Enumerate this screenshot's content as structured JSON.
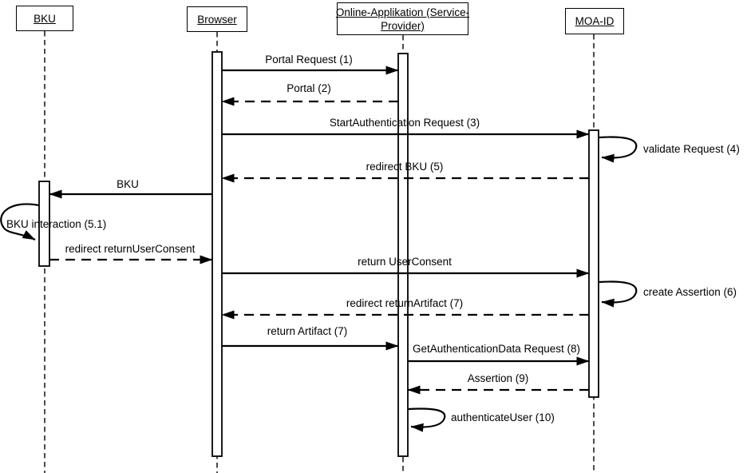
{
  "diagram": {
    "type": "uml-sequence-diagram",
    "background": "#ffffff",
    "line_color": "#000000",
    "actors": [
      {
        "id": "bku",
        "label": "BKU"
      },
      {
        "id": "browser",
        "label": "Browser"
      },
      {
        "id": "service-provider",
        "label": "Online-Applikation (Service-Provider)",
        "line1": "Online-Applikation (Service-",
        "line2": "Provider)"
      },
      {
        "id": "moa-id",
        "label": "MOA-ID"
      }
    ],
    "messages": [
      {
        "n": 1,
        "label": "Portal Request (1)",
        "from": "Browser",
        "to": "Online-Applikation (Service-Provider)",
        "line": "solid"
      },
      {
        "n": 2,
        "label": "Portal (2)",
        "from": "Online-Applikation (Service-Provider)",
        "to": "Browser",
        "line": "dashed"
      },
      {
        "n": 3,
        "label": "StartAuthentication Request (3)",
        "from": "Browser",
        "to": "MOA-ID",
        "line": "solid"
      },
      {
        "n": 4,
        "label": "validate Request (4)",
        "from": "MOA-ID",
        "to": "MOA-ID",
        "line": "self"
      },
      {
        "n": 5,
        "label": "redirect BKU (5)",
        "from": "MOA-ID",
        "to": "Browser",
        "line": "dashed"
      },
      {
        "n": 6,
        "label": "BKU",
        "from": "Browser",
        "to": "BKU",
        "line": "solid"
      },
      {
        "n": 7,
        "label": "BKU interaction (5.1)",
        "from": "BKU",
        "to": "BKU",
        "line": "self"
      },
      {
        "n": 8,
        "label": "redirect returnUserConsent",
        "from": "BKU",
        "to": "Browser",
        "line": "dashed"
      },
      {
        "n": 9,
        "label": "return UserConsent",
        "from": "Browser",
        "to": "MOA-ID",
        "line": "solid"
      },
      {
        "n": 10,
        "label": "create Assertion (6)",
        "from": "MOA-ID",
        "to": "MOA-ID",
        "line": "self"
      },
      {
        "n": 11,
        "label": "redirect returnArtifact (7)",
        "from": "MOA-ID",
        "to": "Browser",
        "line": "dashed"
      },
      {
        "n": 12,
        "label": "return Artifact (7)",
        "from": "Browser",
        "to": "Online-Applikation (Service-Provider)",
        "line": "solid"
      },
      {
        "n": 13,
        "label": "GetAuthenticationData Request (8)",
        "from": "Online-Applikation (Service-Provider)",
        "to": "MOA-ID",
        "line": "solid"
      },
      {
        "n": 14,
        "label": "Assertion (9)",
        "from": "MOA-ID",
        "to": "Online-Applikation (Service-Provider)",
        "line": "dashed"
      },
      {
        "n": 15,
        "label": "authenticateUser (10)",
        "from": "Online-Applikation (Service-Provider)",
        "to": "Online-Applikation (Service-Provider)",
        "line": "self"
      }
    ]
  }
}
